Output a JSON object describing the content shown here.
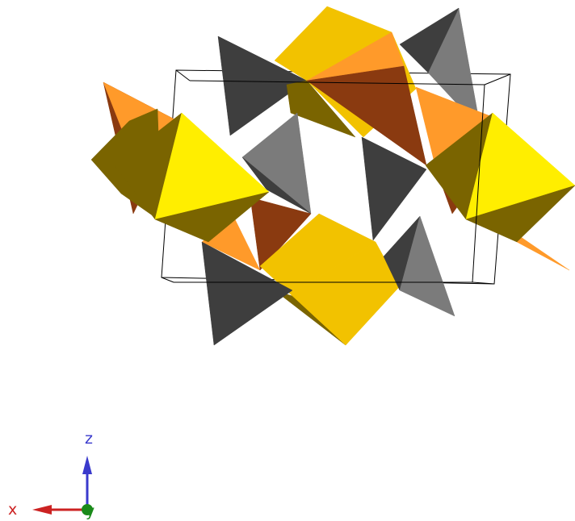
{
  "axes": {
    "z": {
      "label": "z",
      "color": "#3a3acc"
    },
    "x": {
      "label": "x",
      "color": "#cc2222"
    },
    "y": {
      "label": "y",
      "color": "#1a8a1a"
    }
  },
  "colors": {
    "yellow_light": "#ffee00",
    "yellow_mid": "#f2c200",
    "yellow_dark": "#7a6400",
    "orange_light": "#ff9a2a",
    "orange_dark": "#8a3a10",
    "gray_light": "#7b7b7b",
    "gray_dark": "#3e3e3e",
    "cell_line": "#000000"
  }
}
